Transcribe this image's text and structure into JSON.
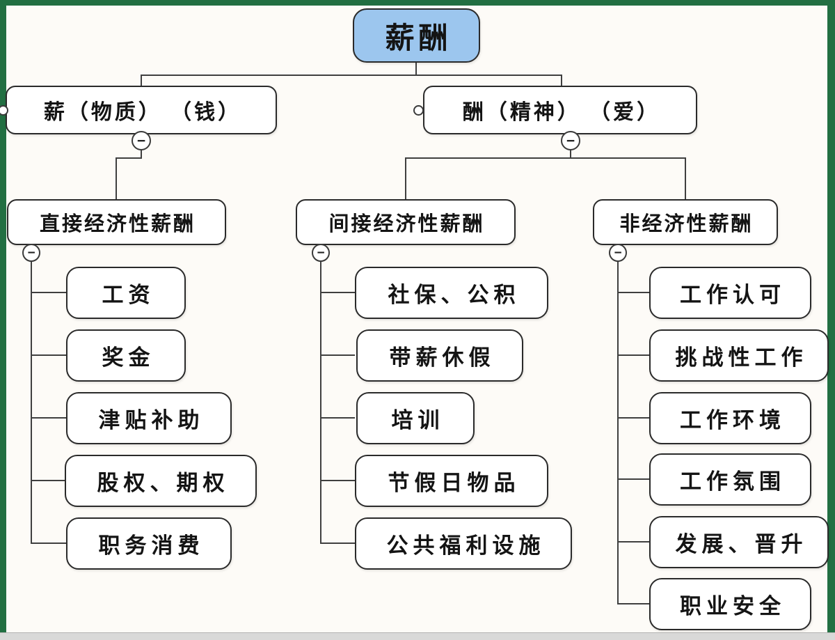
{
  "tree": {
    "root": {
      "label": "薪酬"
    },
    "branches": [
      {
        "label": "薪（物质） （钱）",
        "children": [
          {
            "label": "直接经济性薪酬",
            "children": [
              {
                "label": "工资"
              },
              {
                "label": "奖金"
              },
              {
                "label": "津贴补助"
              },
              {
                "label": "股权、期权"
              },
              {
                "label": "职务消费"
              }
            ]
          }
        ]
      },
      {
        "label": "酬（精神） （爱）",
        "children": [
          {
            "label": "间接经济性薪酬",
            "children": [
              {
                "label": "社保、公积"
              },
              {
                "label": "带薪休假"
              },
              {
                "label": "培训"
              },
              {
                "label": "节假日物品"
              },
              {
                "label": "公共福利设施"
              }
            ]
          },
          {
            "label": "非经济性薪酬",
            "children": [
              {
                "label": "工作认可"
              },
              {
                "label": "挑战性工作"
              },
              {
                "label": "工作环境"
              },
              {
                "label": "工作氛围"
              },
              {
                "label": "发展、晋升"
              },
              {
                "label": "职业安全"
              }
            ]
          }
        ]
      }
    ]
  },
  "icons": {
    "collapse": "−"
  },
  "colors": {
    "root_fill": "#9cc6ee",
    "frame_green": "#226f42",
    "node_border": "#2a2a2a",
    "connector_line": "#3f3f3f",
    "background": "#fdfbf7",
    "bottom_bar": "#d9d9d8"
  }
}
